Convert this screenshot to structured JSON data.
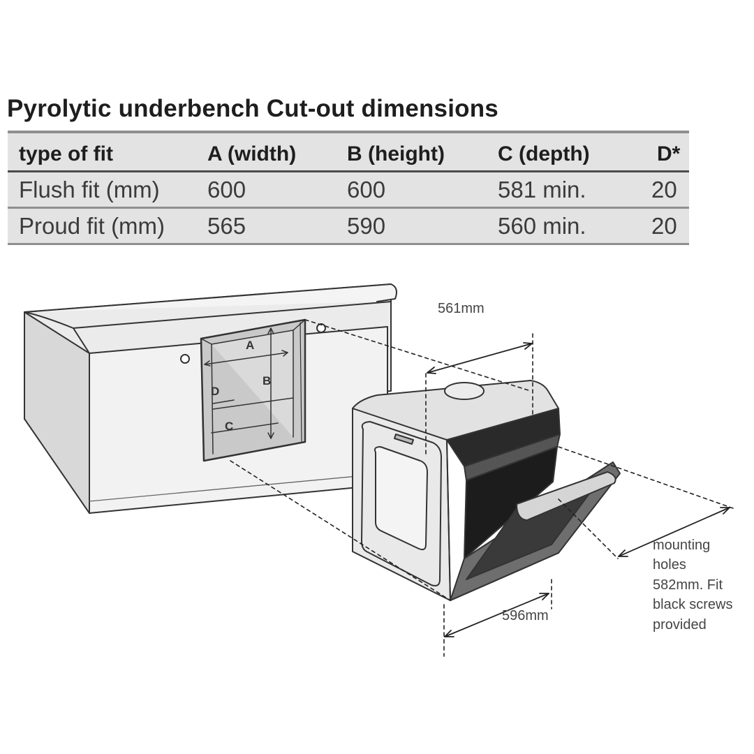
{
  "title": "Pyrolytic underbench Cut-out dimensions",
  "table": {
    "headers": [
      "type of fit",
      "A (width)",
      "B (height)",
      "C (depth)",
      "D*"
    ],
    "rows": [
      [
        "Flush fit (mm)",
        "600",
        "600",
        "581 min.",
        "20"
      ],
      [
        "Proud fit (mm)",
        "565",
        "590",
        "560 min.",
        "20"
      ]
    ]
  },
  "diagram": {
    "cutout_letters": {
      "a": "A",
      "b": "B",
      "c": "C",
      "d": "D"
    },
    "depth_label": "561mm",
    "width_label": "596mm",
    "mounting_note": [
      "mounting",
      "holes",
      "582mm. Fit",
      "black screws",
      "provided"
    ]
  }
}
